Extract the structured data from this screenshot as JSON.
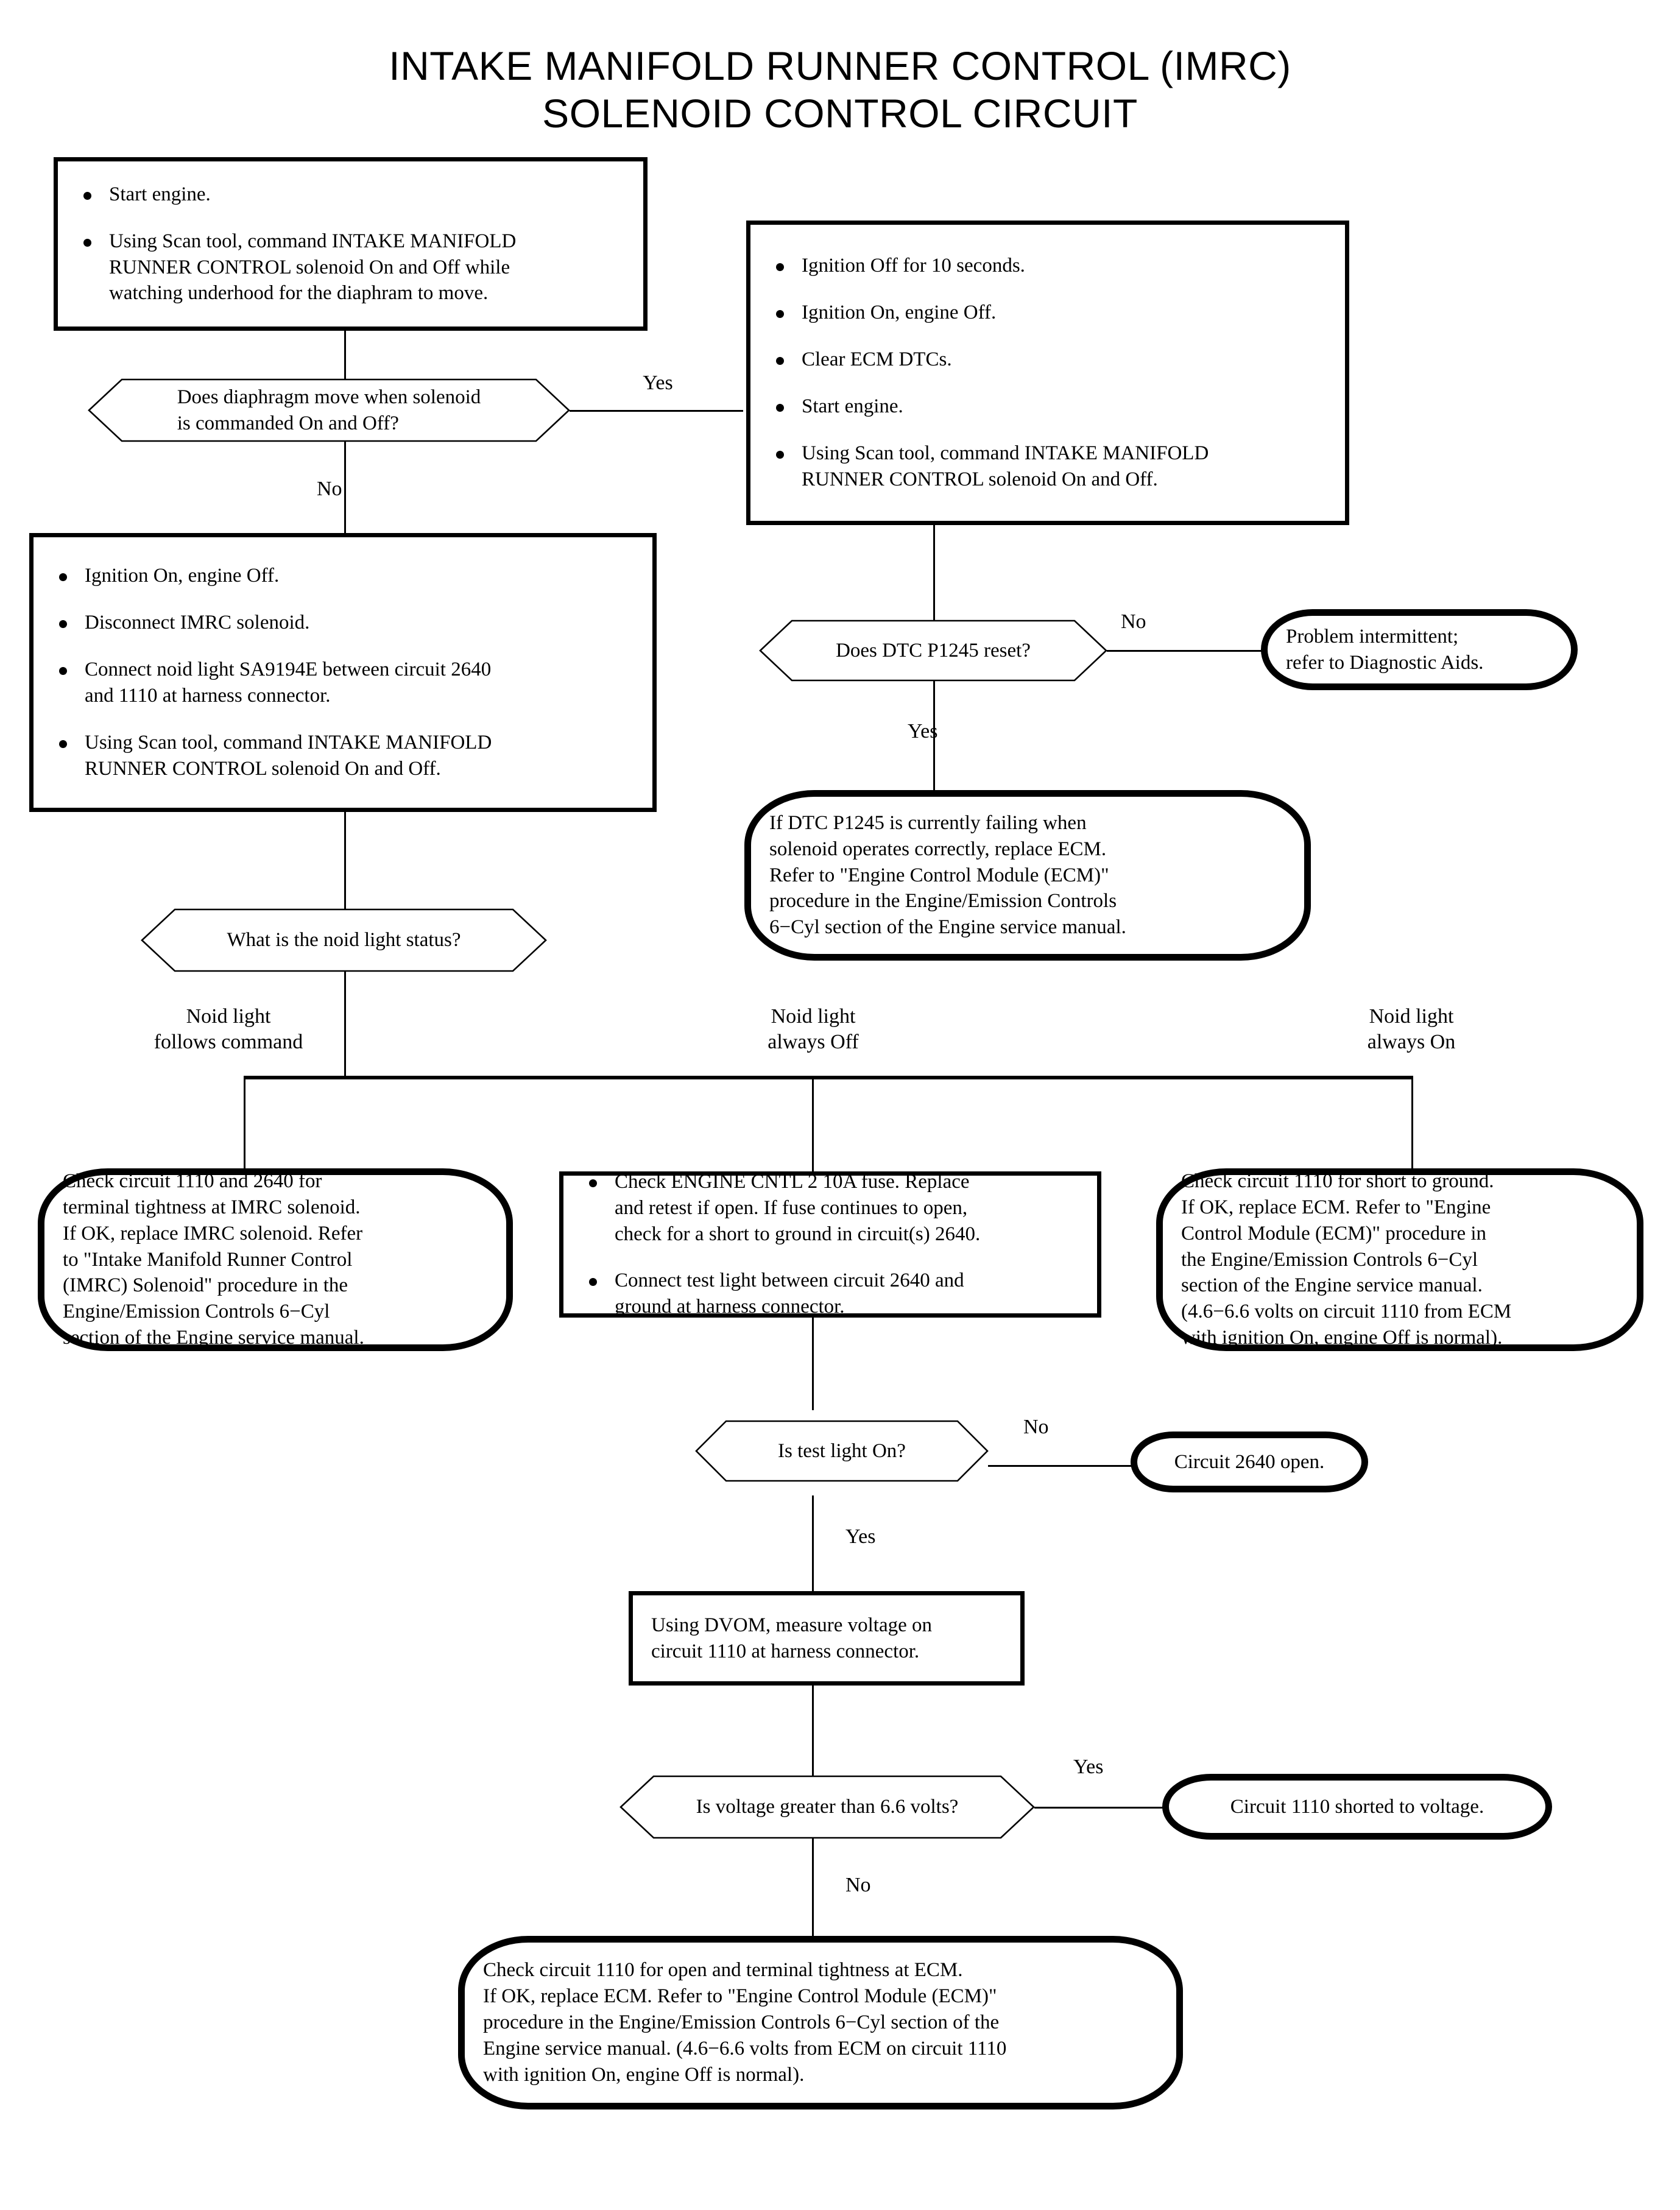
{
  "title": "INTAKE MANIFOLD RUNNER CONTROL (IMRC)\nSOLENOID CONTROL CIRCUIT",
  "nodes": {
    "start_proc": {
      "type": "process",
      "bullets": [
        "Start engine.",
        "Using Scan tool, command INTAKE MANIFOLD\nRUNNER CONTROL solenoid On and Off while\nwatching underhood for the diaphram to move."
      ]
    },
    "diaphragm_decision": {
      "type": "decision",
      "text": "Does diaphragm move when solenoid\nis commanded On and Off?"
    },
    "reset_proc": {
      "type": "process",
      "bullets": [
        "Ignition Off for 10 seconds.",
        "Ignition On, engine Off.",
        "Clear ECM DTCs.",
        "Start engine.",
        "Using Scan tool, command INTAKE MANIFOLD\nRUNNER CONTROL solenoid On and Off."
      ]
    },
    "noid_setup_proc": {
      "type": "process",
      "bullets": [
        "Ignition On, engine Off.",
        "Disconnect IMRC solenoid.",
        "Connect noid light SA9194E between circuit 2640\nand 1110 at harness connector.",
        "Using Scan tool, command INTAKE MANIFOLD\nRUNNER CONTROL solenoid On and Off."
      ]
    },
    "dtc_decision": {
      "type": "decision",
      "text": "Does DTC P1245 reset?"
    },
    "intermittent_term": {
      "type": "terminal",
      "text": "Problem intermittent;\nrefer to Diagnostic Aids."
    },
    "replace_ecm_term": {
      "type": "terminal",
      "text": "If DTC P1245 is currently failing when\nsolenoid operates correctly, replace ECM.\nRefer to \"Engine Control Module (ECM)\"\nprocedure in the Engine/Emission Controls\n6−Cyl section of the Engine service manual."
    },
    "noid_status_decision": {
      "type": "decision",
      "text": "What is the noid light status?"
    },
    "imrc_solenoid_term": {
      "type": "terminal",
      "text": "Check circuit 1110 and 2640 for\nterminal tightness at IMRC solenoid.\nIf OK, replace IMRC solenoid. Refer\nto \"Intake Manifold Runner Control\n(IMRC) Solenoid\" procedure in the\nEngine/Emission Controls 6−Cyl\nsection of the Engine service manual."
    },
    "fuse_proc": {
      "type": "process",
      "bullets": [
        "Check ENGINE CNTL 2 10A fuse. Replace\nand retest if open. If fuse continues to open,\ncheck for a short to ground in circuit(s) 2640.",
        "Connect test light between circuit 2640 and\nground at harness connector."
      ]
    },
    "short_ground_term": {
      "type": "terminal",
      "text": "Check circuit 1110 for short to ground.\nIf OK, replace ECM. Refer to \"Engine\nControl Module (ECM)\" procedure in\nthe Engine/Emission Controls 6−Cyl\nsection of the Engine service manual.\n(4.6−6.6 volts on circuit 1110 from ECM\nwith ignition On, engine Off is normal)."
    },
    "test_light_decision": {
      "type": "decision",
      "text": "Is test light On?"
    },
    "circuit_open_term": {
      "type": "terminal",
      "text": "Circuit 2640 open."
    },
    "dvom_proc": {
      "type": "process",
      "text": "Using DVOM, measure voltage on\ncircuit 1110 at harness connector."
    },
    "voltage_decision": {
      "type": "decision",
      "text": "Is voltage greater than 6.6 volts?"
    },
    "shorted_voltage_term": {
      "type": "terminal",
      "text": "Circuit 1110 shorted to voltage."
    },
    "final_ecm_term": {
      "type": "terminal",
      "text": "Check circuit 1110 for open and terminal tightness at ECM.\nIf OK, replace ECM. Refer to \"Engine Control Module (ECM)\"\nprocedure in the Engine/Emission Controls 6−Cyl section of the\nEngine service manual. (4.6−6.6 volts from ECM on circuit 1110\nwith ignition On, engine Off is normal)."
    }
  },
  "edge_labels": {
    "diaphragm_yes": "Yes",
    "diaphragm_no": "No",
    "dtc_no": "No",
    "dtc_yes": "Yes",
    "noid_follows": "Noid light\nfollows command",
    "noid_off": "Noid light\nalways Off",
    "noid_on": "Noid light\nalways On",
    "test_light_no": "No",
    "test_light_yes": "Yes",
    "voltage_yes": "Yes",
    "voltage_no": "No"
  },
  "colors": {
    "ink": "#000000",
    "paper": "#ffffff"
  }
}
